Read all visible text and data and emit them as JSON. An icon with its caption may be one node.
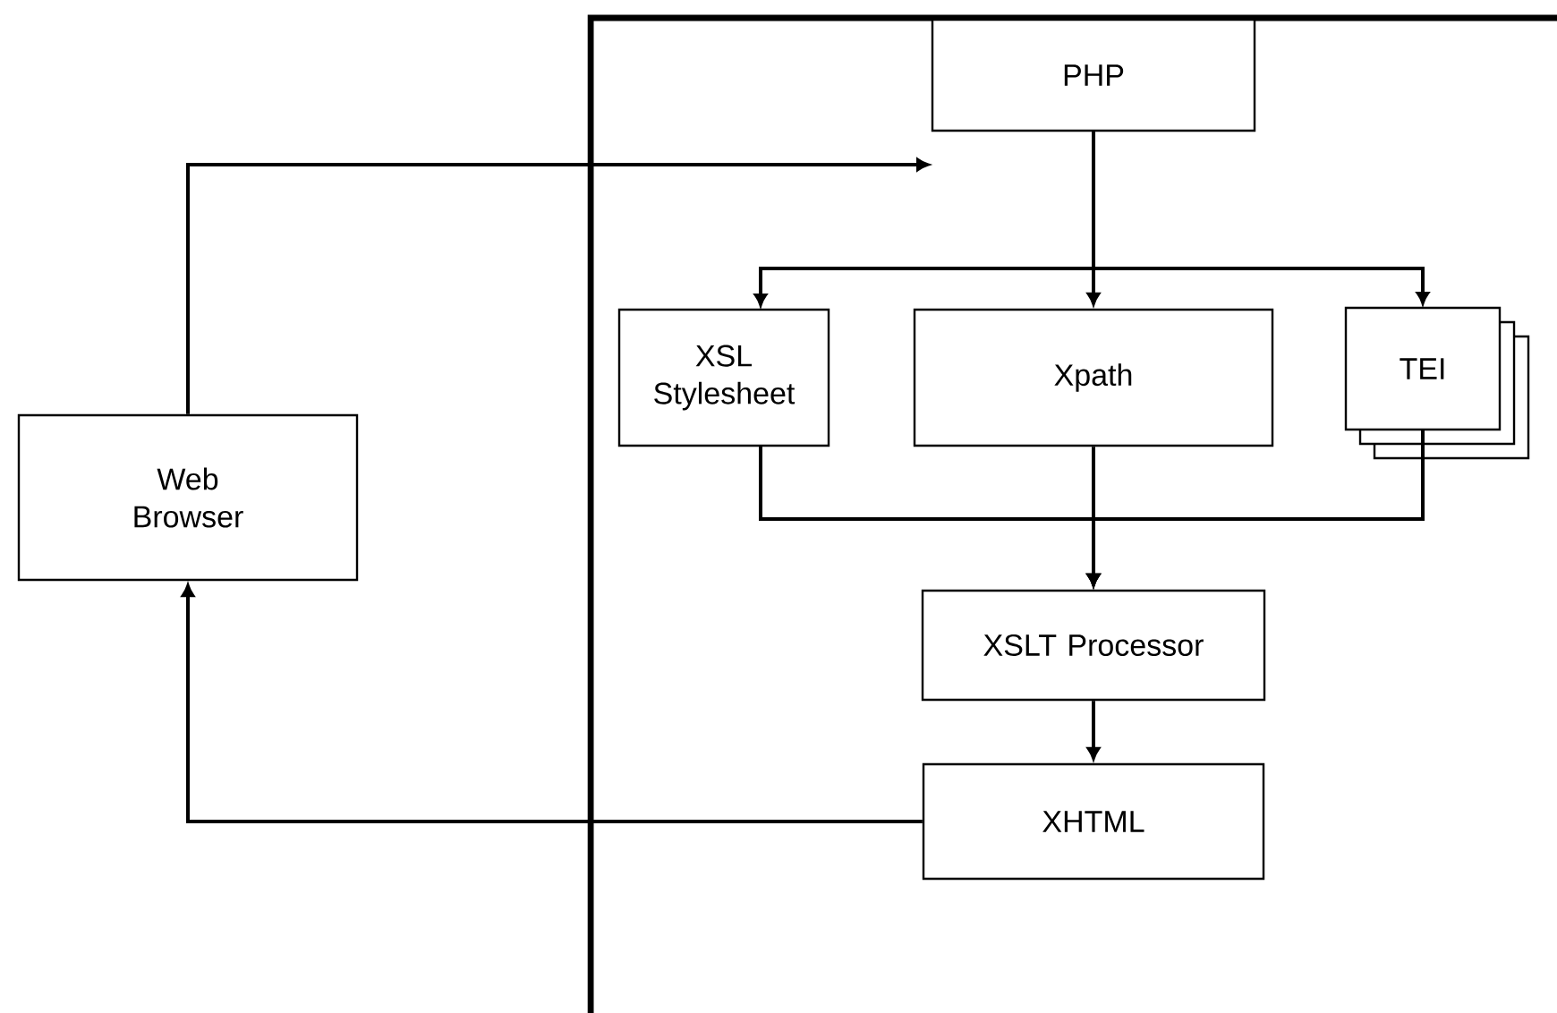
{
  "diagram": {
    "nodes": [
      {
        "text": [
          "Web Browser"
        ]
      },
      {
        "text": [
          "PHP"
        ]
      },
      {
        "text": [
          "XSL Stylesheet"
        ]
      },
      {
        "text": [
          "Xpath"
        ]
      },
      {
        "text": [
          "TEI"
        ]
      },
      {
        "text": [
          "XSLT Processor"
        ]
      },
      {
        "text": [
          "XHTML"
        ]
      }
    ],
    "edges": [
      {
        "from": 0,
        "to": 1,
        "arrow": "to"
      },
      {
        "from": 1,
        "to": 2,
        "arrow": "to"
      },
      {
        "from": 1,
        "to": 3,
        "arrow": "to"
      },
      {
        "from": 1,
        "to": 4,
        "arrow": "to"
      },
      {
        "from": 2,
        "to": 5,
        "arrow": "to"
      },
      {
        "from": 3,
        "to": 5,
        "arrow": "to"
      },
      {
        "from": 4,
        "to": 5,
        "arrow": "to"
      },
      {
        "from": 5,
        "to": 6,
        "arrow": "to"
      },
      {
        "from": 6,
        "to": 0,
        "arrow": "to"
      }
    ]
  }
}
